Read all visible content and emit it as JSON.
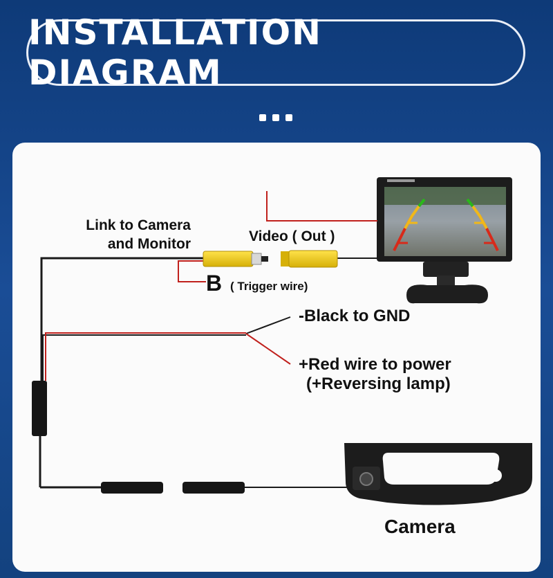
{
  "header": {
    "title": "INSTALLATION DIAGRAM"
  },
  "labels": {
    "link_line1": "Link to Camera",
    "link_line2": "and Monitor",
    "video_out": "Video ( Out )",
    "trigger_letter": "B",
    "trigger_text": "( Trigger wire)",
    "black_gnd": "-Black to GND",
    "red_power": "+Red wire to power",
    "reversing_lamp": "(+Reversing lamp)",
    "camera": "Camera"
  },
  "colors": {
    "background": "#13427f",
    "panel": "#fbfbfb",
    "wire_black": "#1a1a1a",
    "wire_red": "#c0201c",
    "rca_yellow": "#f3d21a"
  }
}
